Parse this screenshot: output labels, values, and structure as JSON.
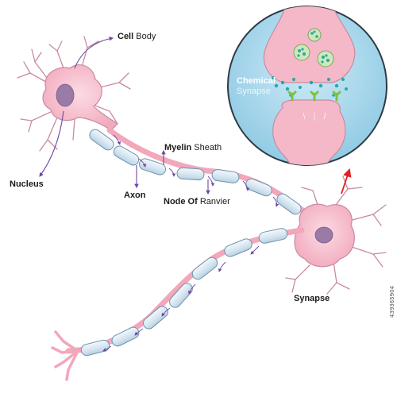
{
  "labels": {
    "cell_body": {
      "bold": "Cell",
      "light": "Body"
    },
    "nucleus": "Nucleus",
    "axon": "Axon",
    "myelin_sheath": {
      "bold": "Myelin",
      "light": "Sheath"
    },
    "node_of_ranvier": {
      "bold": "Node Of",
      "light": "Ranvier"
    },
    "synapse": "Synapse",
    "chemical_synapse": {
      "bold": "Chemical",
      "light": "Synapse"
    }
  },
  "stock_id": "439365904",
  "colors": {
    "soma": "#f7c4d2",
    "soma_edge": "#c98aa0",
    "nucleus": "#9a7aa6",
    "myelin": "#d6e6f1",
    "myelin_edge": "#6f93ad",
    "axon": "#f4b3c4",
    "arrow": "#6b4aa0",
    "red_arrow": "#e02121",
    "circle_fill": "#a5d6ec",
    "circle_edge": "#2d3a44",
    "vesicle": "#cfe8b8",
    "neurotransmitter": "#2aa6a6",
    "receptor": "#7dc242"
  }
}
